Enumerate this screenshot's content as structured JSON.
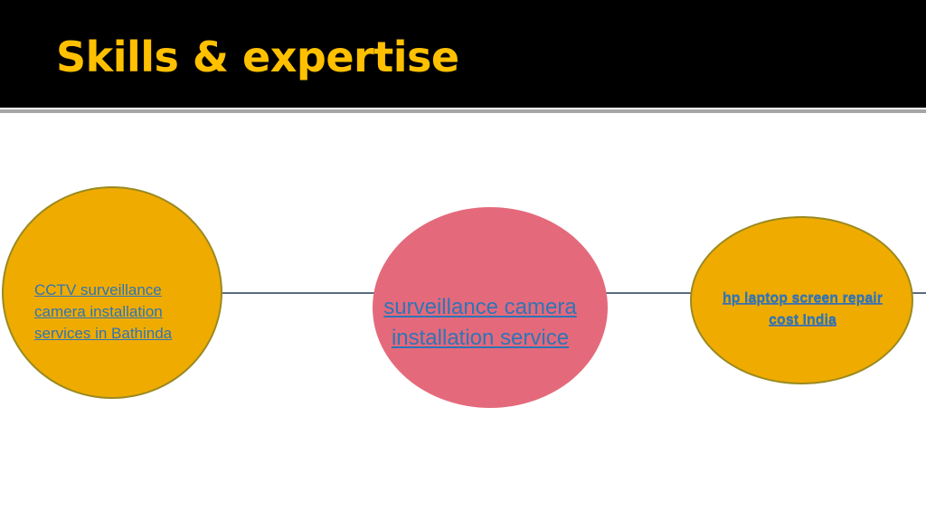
{
  "slide": {
    "title": "Skills & expertise"
  },
  "nodes": [
    {
      "label": "CCTV surveillance camera installation services in Bathinda"
    },
    {
      "label": "surveillance camera installation service"
    },
    {
      "label": "hp laptop screen repair cost India"
    }
  ],
  "colors": {
    "title_bar": "#000000",
    "title_text": "#FFC000",
    "circle_gold": "#F0AB00",
    "circle_pink": "#E46A7B",
    "link": "#2E75B6",
    "connector": "#5a6b80"
  }
}
